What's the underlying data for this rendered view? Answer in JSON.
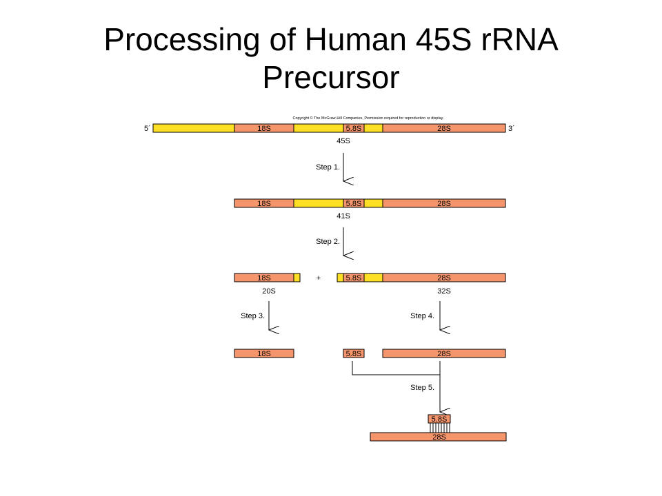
{
  "title": {
    "line1": "Processing of Human 45S rRNA",
    "line2": "Precursor"
  },
  "copyright": "Copyright © The McGraw-Hill Companies, Permission required for reproduction or display.",
  "labels": {
    "five_prime": "5´",
    "three_prime": "3´",
    "s18": "18S",
    "s58": "5.8S",
    "s28": "28S",
    "plus": "+"
  },
  "precursors": {
    "p45": "45S",
    "p41": "41S",
    "p20": "20S",
    "p32": "32S"
  },
  "steps": {
    "step1": "Step 1.",
    "step2": "Step 2.",
    "step3": "Step 3.",
    "step4": "Step 4.",
    "step5": "Step 5."
  },
  "colors": {
    "rrna": "#f5956b",
    "spacer": "#fde023"
  }
}
